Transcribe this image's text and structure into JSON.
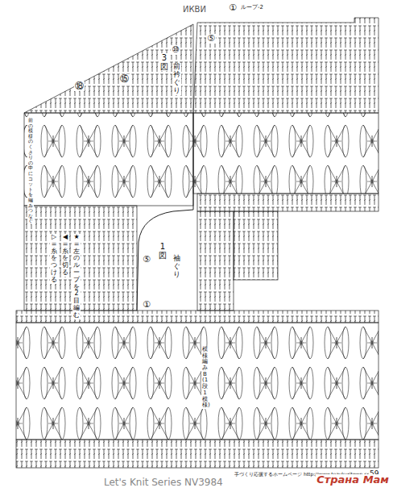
{
  "diagram": {
    "labels": [
      "ИКВИ",
      "①",
      "ループ-2",
      "3図",
      "前衿ぐり",
      "⑤",
      "⑩",
      "⑮",
      "⑱",
      "1図",
      "袖ぐり",
      "⑤",
      "①",
      "前の模様のくさりの中にコットを編みつなぐ",
      "模様編みB (1段1模様)",
      "手づくり応援するホームページ http://www.tezukuritown.com",
      "59",
      "Let's Knit Series NV3984",
      "Страна Мам"
    ],
    "legend": [
      {
        "text": "▷ =糸をつける"
      },
      {
        "text": "◀ =糸を切る"
      },
      {
        "text": "★ =左のループを2目編む"
      }
    ]
  }
}
